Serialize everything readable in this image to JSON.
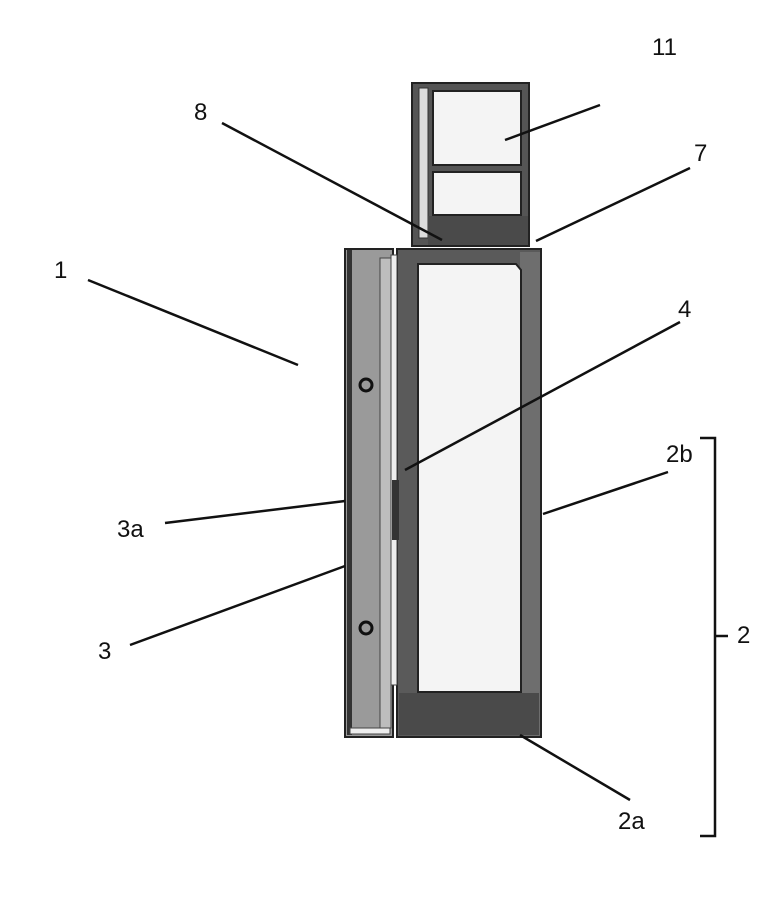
{
  "labels": {
    "l11": "11",
    "l8": "8",
    "l7": "7",
    "l1": "1",
    "l4": "4",
    "l2b": "2b",
    "l3a": "3a",
    "l3": "3",
    "l2": "2",
    "l2a": "2a"
  },
  "colors": {
    "frame_dark": "#3a3a3a",
    "frame_mid": "#6a6a6a",
    "panel": "#9a9a9a",
    "window": "#f4f4f4",
    "line": "#111111"
  }
}
